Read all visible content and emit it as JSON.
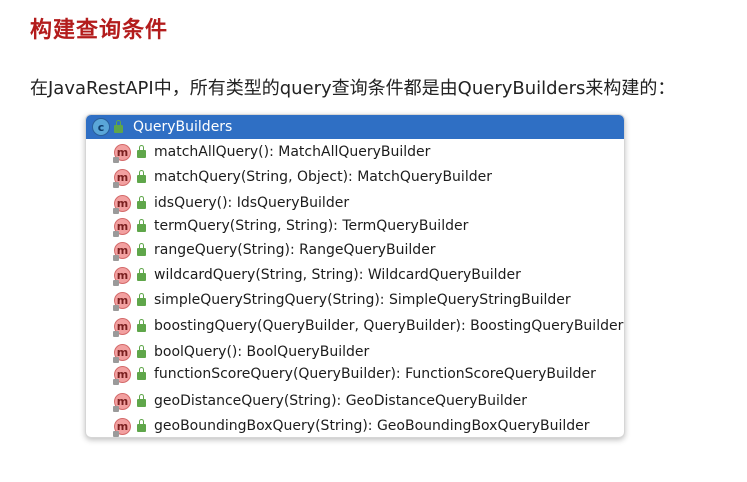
{
  "page": {
    "title": "构建查询条件",
    "intro": "在JavaRestAPI中，所有类型的query查询条件都是由QueryBuilders来构建的："
  },
  "panel": {
    "class_icon_letter": "c",
    "method_icon_letter": "m",
    "title": "QueryBuilders",
    "items": [
      {
        "label": "matchAllQuery(): MatchAllQueryBuilder"
      },
      {
        "label": "matchQuery(String, Object): MatchQueryBuilder"
      },
      {
        "label": "idsQuery(): IdsQueryBuilder"
      },
      {
        "label": "termQuery(String, String): TermQueryBuilder"
      },
      {
        "label": "rangeQuery(String): RangeQueryBuilder"
      },
      {
        "label": "wildcardQuery(String, String): WildcardQueryBuilder"
      },
      {
        "label": "simpleQueryStringQuery(String): SimpleQueryStringBuilder"
      },
      {
        "label": "boostingQuery(QueryBuilder, QueryBuilder): BoostingQueryBuilder"
      },
      {
        "label": "boolQuery(): BoolQueryBuilder"
      },
      {
        "label": "functionScoreQuery(QueryBuilder): FunctionScoreQueryBuilder"
      },
      {
        "label": "geoDistanceQuery(String): GeoDistanceQueryBuilder"
      },
      {
        "label": "geoBoundingBoxQuery(String): GeoBoundingBoxQueryBuilder"
      }
    ]
  }
}
